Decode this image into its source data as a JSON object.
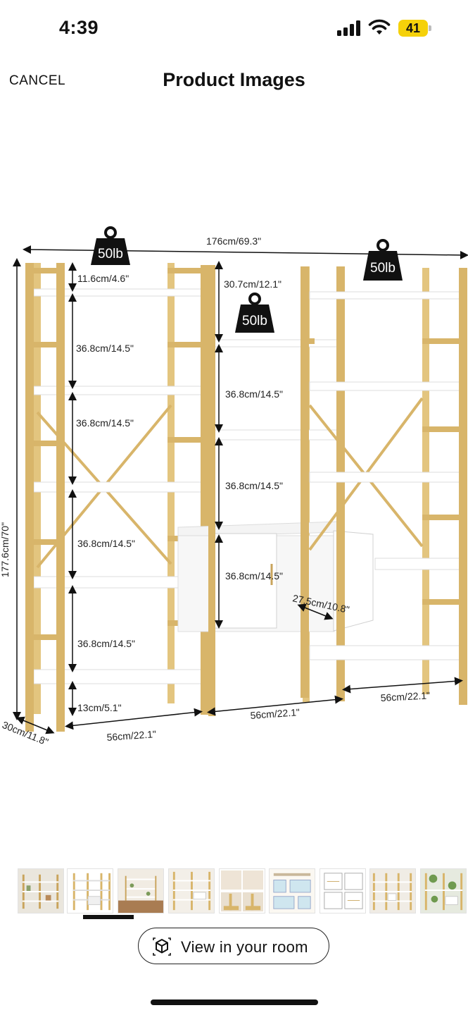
{
  "status_bar": {
    "time": "4:39",
    "battery_level": "41",
    "signal_icon": "cellular-signal-icon",
    "wifi_icon": "wifi-icon",
    "battery_icon": "battery-icon",
    "battery_color": "#f5d10a"
  },
  "header": {
    "cancel_label": "CANCEL",
    "title": "Product Images"
  },
  "product_image": {
    "description_icon": "bookshelf-product-photo",
    "weight_badges": [
      "50lb",
      "50lb",
      "50lb"
    ],
    "dimensions": {
      "total_width": "176cm/69.3\"",
      "height": "177.6cm/70\"",
      "depth": "30cm/11.8\"",
      "left_top_gap": "11.6cm/4.6\"",
      "left_shelf_gap_1": "36.8cm/14.5\"",
      "left_shelf_gap_2": "36.8cm/14.5\"",
      "left_shelf_gap_3": "36.8cm/14.5\"",
      "left_shelf_gap_4": "36.8cm/14.5\"",
      "bottom_clearance": "13cm/5.1\"",
      "left_width": "56cm/22.1\"",
      "middle_top_gap": "30.7cm/12.1\"",
      "middle_shelf_gap_1": "36.8cm/14.5\"",
      "middle_shelf_gap_2": "36.8cm/14.5\"",
      "cabinet_height": "36.8cm/14.5\"",
      "cabinet_depth": "27.5cm/10.8\"",
      "middle_width": "56cm/22.1\"",
      "right_width": "56cm/22.1\""
    },
    "colors": {
      "frame": "#d8b56a",
      "shelf": "#ffffff",
      "badge": "#111111"
    }
  },
  "thumbnails": {
    "count": 9,
    "selected_index": 1
  },
  "view_in_room": {
    "label": "View in your room",
    "icon": "ar-cube-icon"
  }
}
